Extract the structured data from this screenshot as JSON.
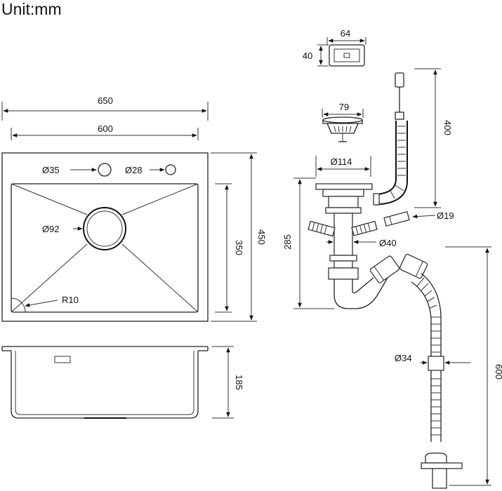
{
  "title": "Unit:mm",
  "sink_top": {
    "overall_width": "650",
    "bowl_width": "600",
    "overall_depth": "450",
    "bowl_depth": "350",
    "hole_large": "Ø35",
    "hole_small": "Ø28",
    "drain": "Ø92",
    "corner_radius": "R10"
  },
  "sink_side": {
    "bowl_height": "185"
  },
  "parts": {
    "overflow_width": "64",
    "overflow_height": "40",
    "strainer_width": "79",
    "overflow_hose_length": "400",
    "drain_flange": "Ø114",
    "drain_height": "285",
    "small_pipe": "Ø19",
    "trap_pipe": "Ø40",
    "outlet_hose": "Ø34",
    "outlet_hose_length": "600"
  },
  "colors": {
    "line": "#222222",
    "background": "#ffffff"
  }
}
